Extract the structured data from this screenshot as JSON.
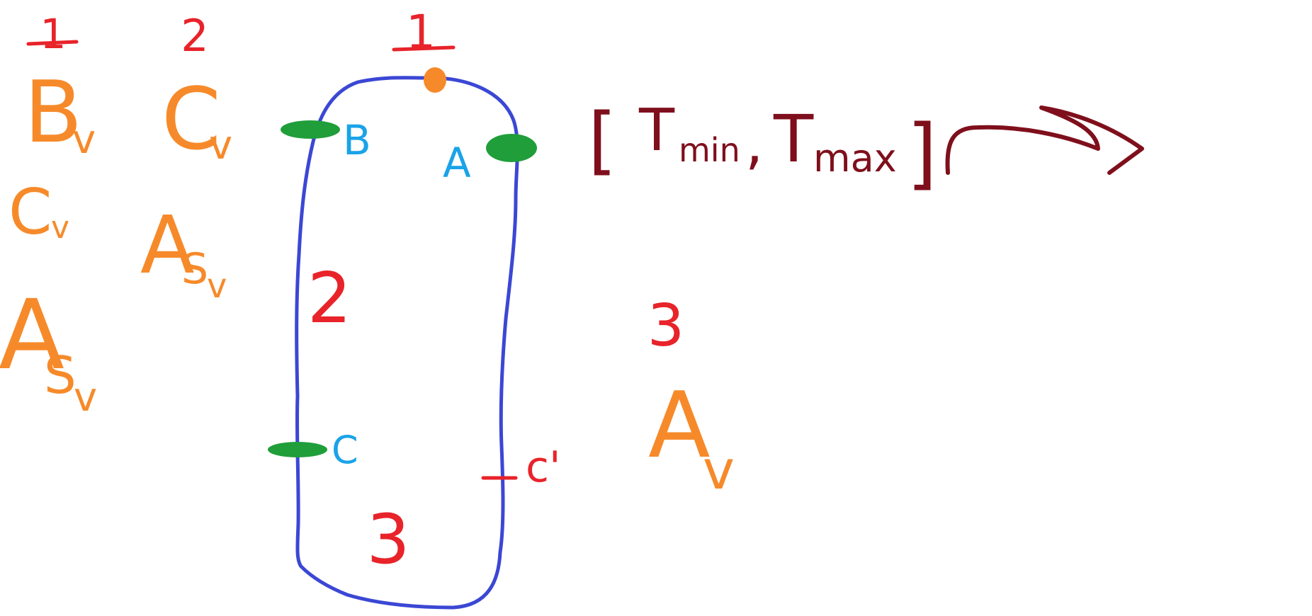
{
  "colors": {
    "red": "#e8232a",
    "orange": "#f68a2a",
    "blue": "#3b47d4",
    "cyan": "#1aa3e8",
    "green": "#1f9e3a",
    "darkred": "#7f0f1c"
  },
  "left_table": {
    "col1": {
      "header": "1",
      "row1": "B",
      "row1_sub": "v",
      "row2": "C",
      "row2_sub": "v",
      "row3": "A",
      "row3_sub1": "S",
      "row3_sub2": "v"
    },
    "col2": {
      "header": "2",
      "row1": "C",
      "row1_sub": "v",
      "row2": "A",
      "row2_sub1": "S",
      "row2_sub2": "v"
    }
  },
  "loop": {
    "region_top": "1",
    "region_left": "2",
    "region_bottom": "3",
    "point_b": "B",
    "point_a": "A",
    "point_c": "C",
    "point_c_prime": "c'"
  },
  "interval": {
    "open": "[",
    "tmin": "T",
    "tmin_sub": "min",
    "comma": ",",
    "tmax": "T",
    "tmax_sub": "max",
    "close": "]"
  },
  "right": {
    "number": "3",
    "a": "A",
    "a_sub": "v"
  }
}
